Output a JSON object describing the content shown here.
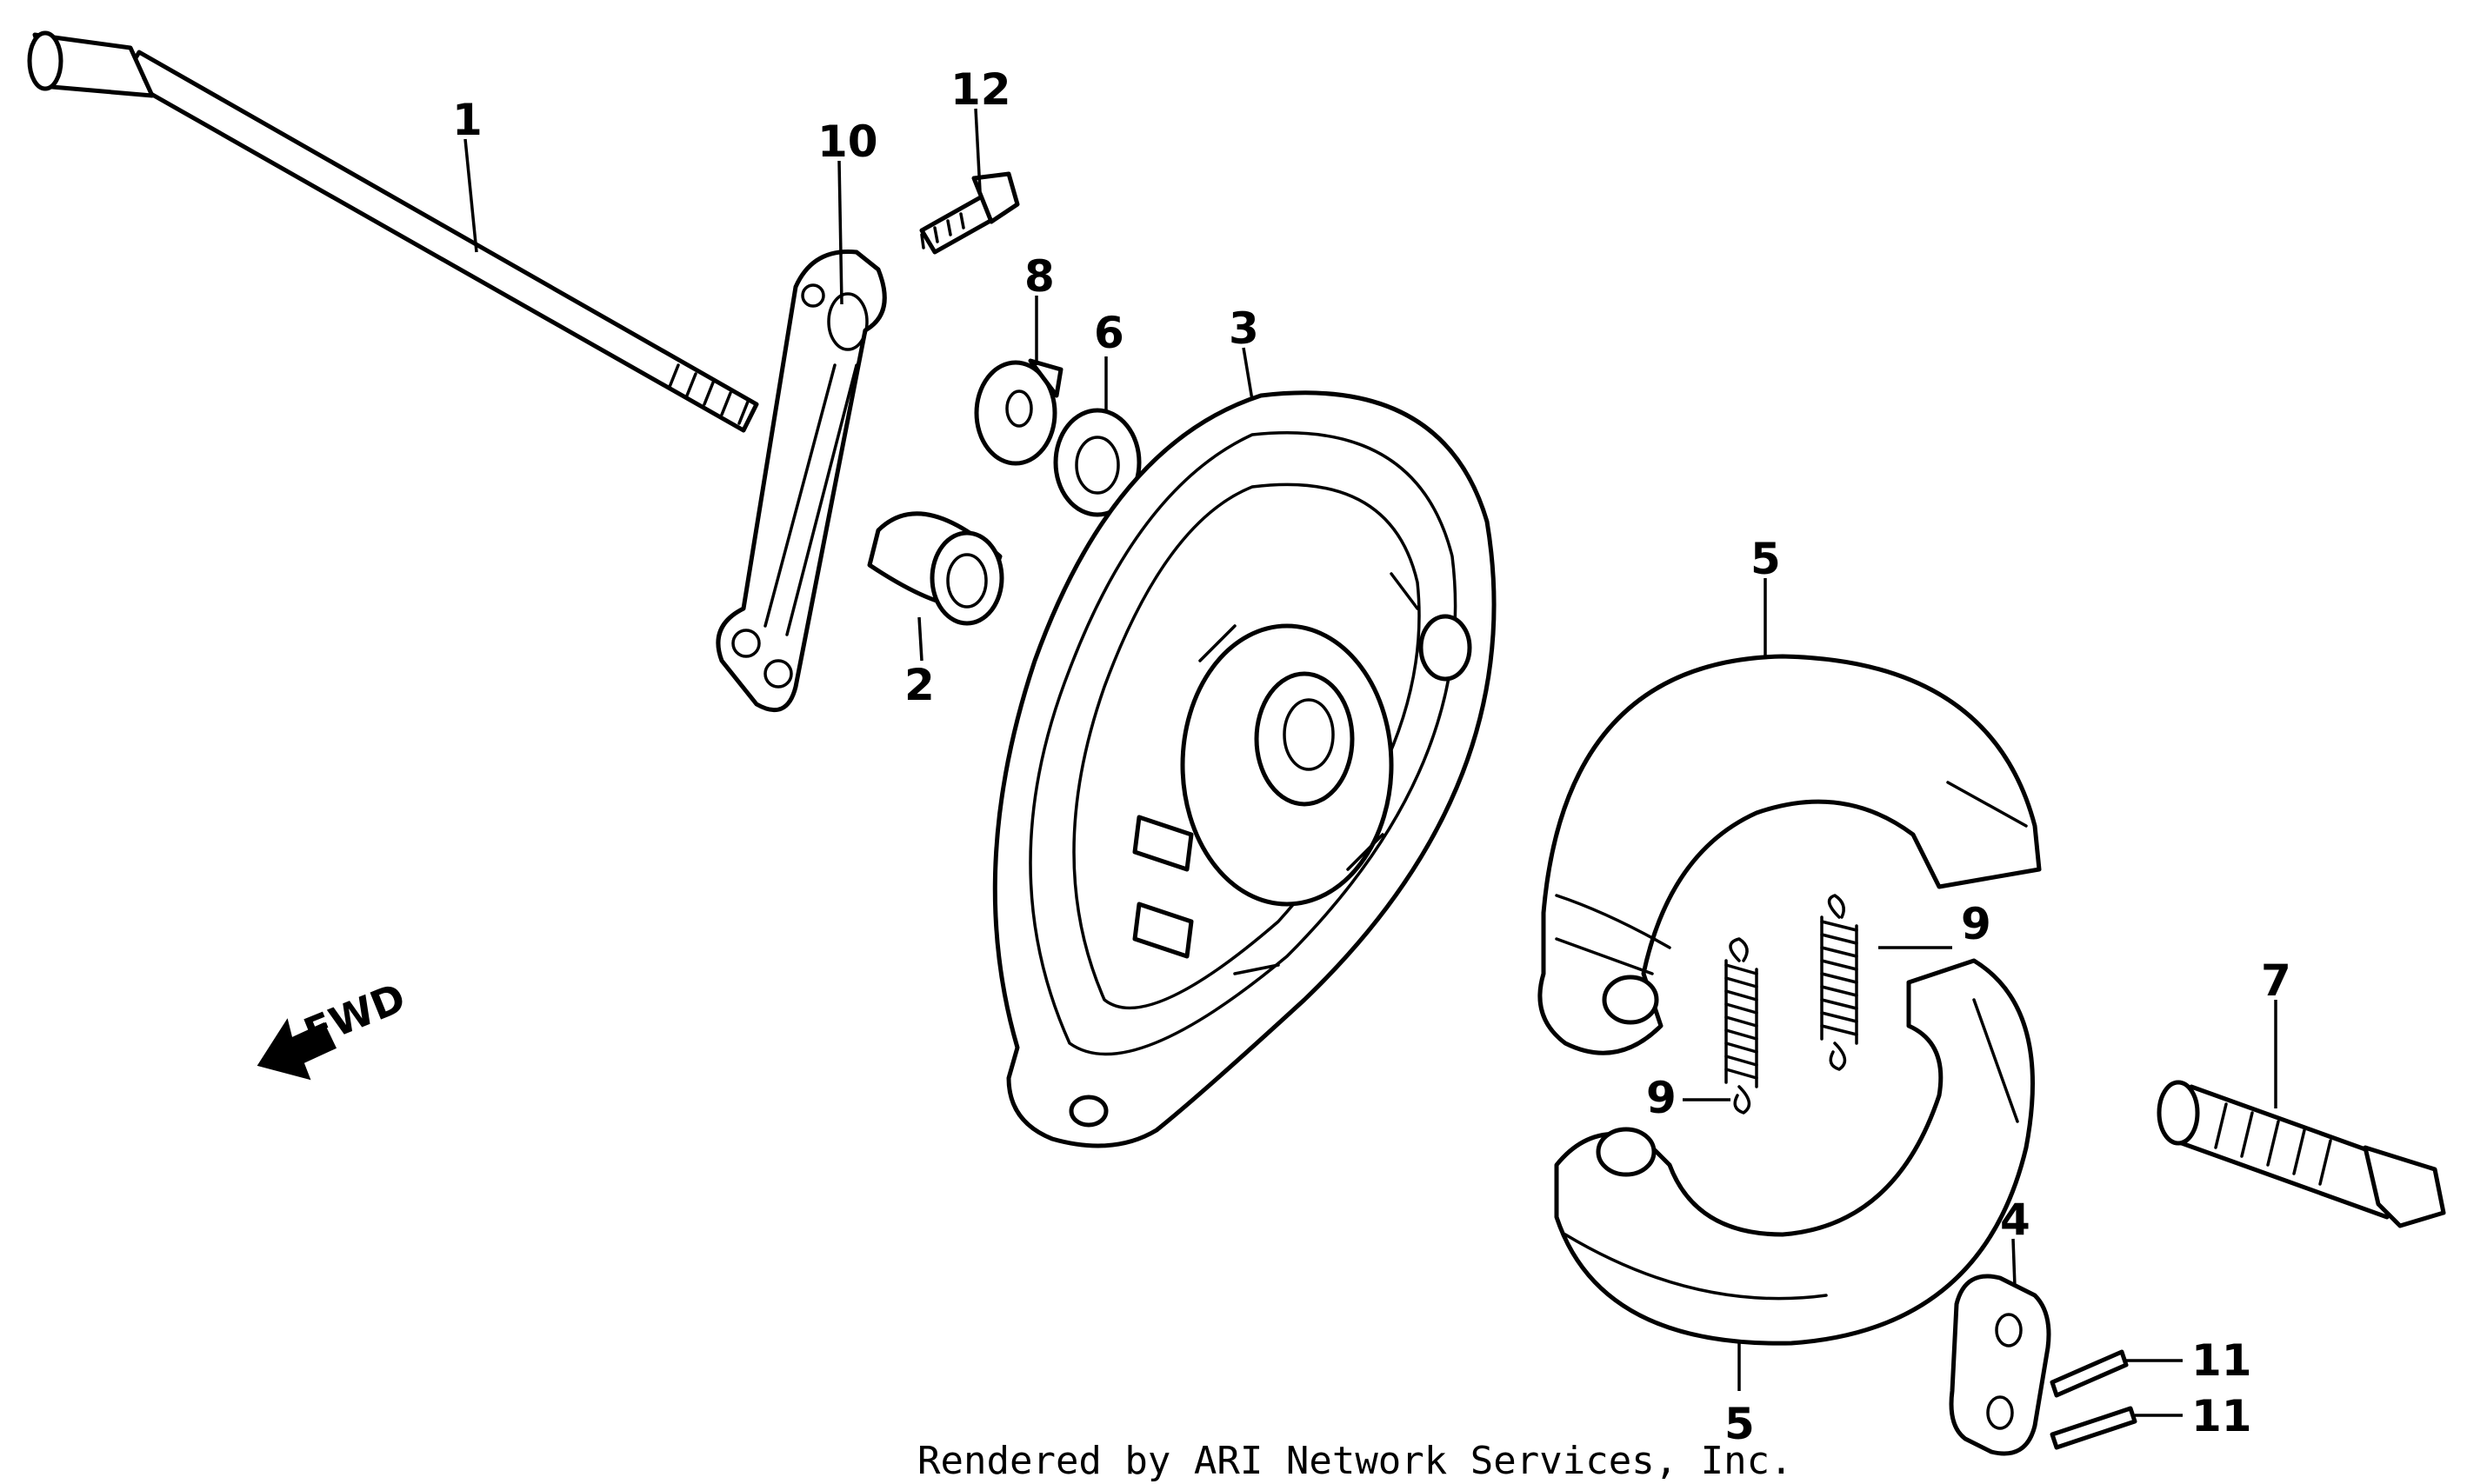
{
  "diagram": {
    "callouts": [
      "1",
      "10",
      "12",
      "8",
      "6",
      "3",
      "2",
      "5",
      "9",
      "9",
      "7",
      "4",
      "5",
      "11",
      "11"
    ],
    "direction_label": "FWD",
    "footer": "Rendered by ARI Network Services, Inc."
  }
}
